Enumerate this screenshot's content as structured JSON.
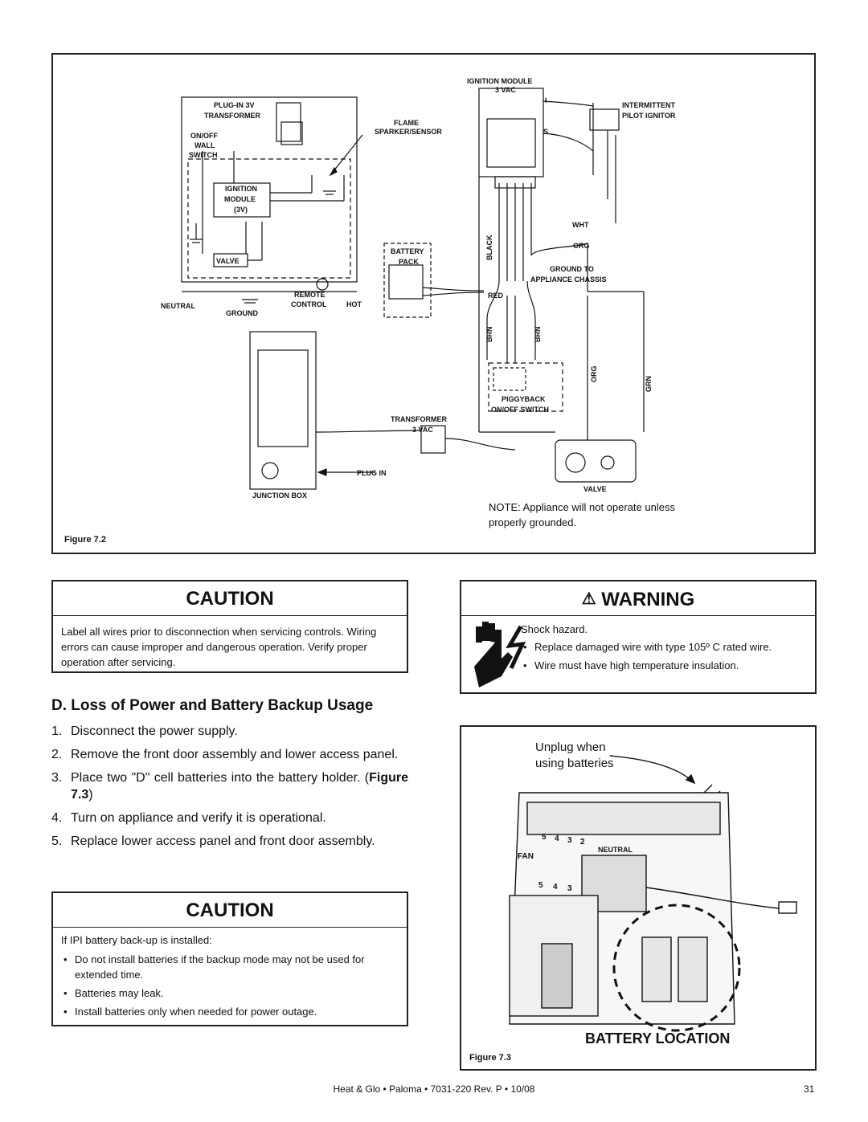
{
  "figure72": {
    "caption": "Figure 7.2",
    "note": "NOTE: Appliance will not operate unless properly grounded.",
    "labels": {
      "ignition_module_title": "IGNITION MODULE",
      "ignition_module_vac": "3 VAC",
      "plugin_transformer_1": "PLUG-IN 3V",
      "plugin_transformer_2": "TRANSFORMER",
      "flame_1": "FLAME",
      "flame_2": "SPARKER/SENSOR",
      "onoff_1": "ON/OFF",
      "onoff_2": "WALL",
      "onoff_3": "SWITCH",
      "ignition_1": "IGNITION",
      "ignition_2": "MODULE",
      "ignition_3": "(3V)",
      "valve_small": "VALVE",
      "battery_1": "BATTERY",
      "battery_2": "PACK",
      "remote_1": "REMOTE",
      "remote_2": "CONTROL",
      "hot": "HOT",
      "neutral": "NEUTRAL",
      "ground": "GROUND",
      "intermittent_1": "INTERMITTENT",
      "intermittent_2": "PILOT IGNITOR",
      "pin_i": "I",
      "pin_s": "S",
      "wht": "WHT",
      "org_top": "ORG",
      "black": "BLACK",
      "ground_to_1": "GROUND TO",
      "ground_to_2": "APPLIANCE CHASSIS",
      "red": "RED",
      "brn_left": "BRN",
      "brn_right": "BRN",
      "org_vert": "ORG",
      "grn": "GRN",
      "piggyback_1": "PIGGYBACK",
      "piggyback_2": "ON/OFF SWITCH",
      "transformer_1": "TRANSFORMER",
      "transformer_2": "3 VAC",
      "plug_in": "PLUG IN",
      "junction_box": "JUNCTION BOX",
      "valve_big": "VALVE"
    }
  },
  "caution1": {
    "title": "CAUTION",
    "text": "Label all wires prior to disconnection when servicing controls. Wiring errors can cause improper and dangerous operation. Verify proper operation after servicing."
  },
  "warning": {
    "title": "WARNING",
    "intro": "Shock hazard.",
    "bullets": [
      "Replace damaged wire with type 105º C rated wire.",
      "Wire must have high temperature insulation."
    ]
  },
  "section": {
    "heading": "D.  Loss of Power and Battery Backup Usage",
    "steps": [
      {
        "num": "1.",
        "text": "Disconnect the power supply."
      },
      {
        "num": "2.",
        "text": "Remove the front door assembly and lower access panel."
      },
      {
        "num": "3.",
        "text": "Place two \"D\" cell batteries into the battery holder.",
        "ref_open": "(",
        "ref": "Figure 7.3",
        "ref_close": ")"
      },
      {
        "num": "4.",
        "text": "Turn on appliance and verify it is operational."
      },
      {
        "num": "5.",
        "text": "Replace lower access panel and front door assembly."
      }
    ]
  },
  "caution2": {
    "title": "CAUTION",
    "intro": "If IPI battery back-up is installed:",
    "bullets": [
      "Do not install batteries if the backup mode may not be used for extended time.",
      "Batteries may leak.",
      "Install batteries only when needed for power outage."
    ]
  },
  "figure73": {
    "unplug_1": "Unplug when",
    "unplug_2": "using batteries",
    "battery_location": "BATTERY LOCATION",
    "caption": "Figure 7.3",
    "board_labels": [
      "5",
      "4",
      "3",
      "2",
      "NEUTRAL",
      "FAN",
      "5",
      "4",
      "3"
    ]
  },
  "footer": {
    "text": "Heat & Glo  •  Paloma  •  7031-220  Rev. P  •  10/08",
    "page": "31"
  }
}
